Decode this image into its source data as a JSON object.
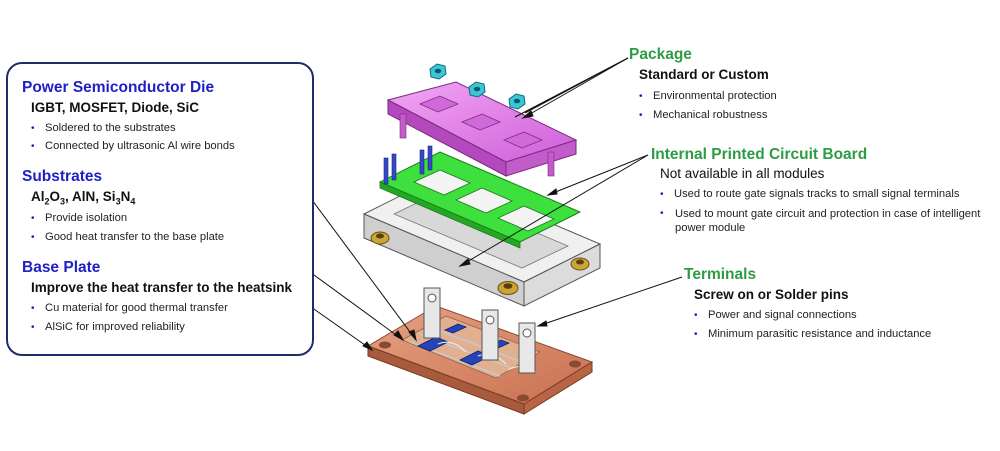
{
  "left_panel": {
    "sections": [
      {
        "title": "Power Semiconductor Die",
        "subtitle": "IGBT, MOSFET, Diode, SiC",
        "bullets": [
          "Soldered to the substrates",
          "Connected by ultrasonic Al wire bonds"
        ]
      },
      {
        "title": "Substrates",
        "subtitle_parts": [
          "Al",
          "2",
          "O",
          "3",
          ", AlN, Si",
          "3",
          "N",
          "4"
        ],
        "bullets": [
          "Provide isolation",
          "Good heat transfer to the base plate"
        ]
      },
      {
        "title": "Base Plate",
        "subtitle": "Improve the heat transfer to the heatsink",
        "bullets": [
          "Cu material for good thermal transfer",
          "AlSiC for improved reliability"
        ]
      }
    ]
  },
  "right": {
    "package": {
      "title": "Package",
      "subtitle": "Standard or Custom",
      "bullets": [
        "Environmental protection",
        "Mechanical robustness"
      ]
    },
    "pcb": {
      "title": "Internal Printed Circuit Board",
      "subtitle": "Not available in all modules",
      "bullets": [
        "Used to route gate signals tracks to small signal terminals",
        "Used to mount gate circuit and protection in case of intelligent power module"
      ]
    },
    "terminals": {
      "title": "Terminals",
      "subtitle": "Screw on or Solder pins",
      "bullets": [
        "Power and signal connections",
        "Minimum parasitic resistance and inductance"
      ]
    }
  },
  "colors": {
    "heading_blue": "#1f1fc8",
    "heading_green": "#2e9b45",
    "panel_border": "#1f2b6b",
    "package_lid": "#e07fe6",
    "pcb": "#3de03d",
    "frame": "#e6e6e6",
    "baseplate": "#d98766",
    "die": "#2444b8",
    "nut": "#39c6d6",
    "bushing": "#c9a53a"
  }
}
